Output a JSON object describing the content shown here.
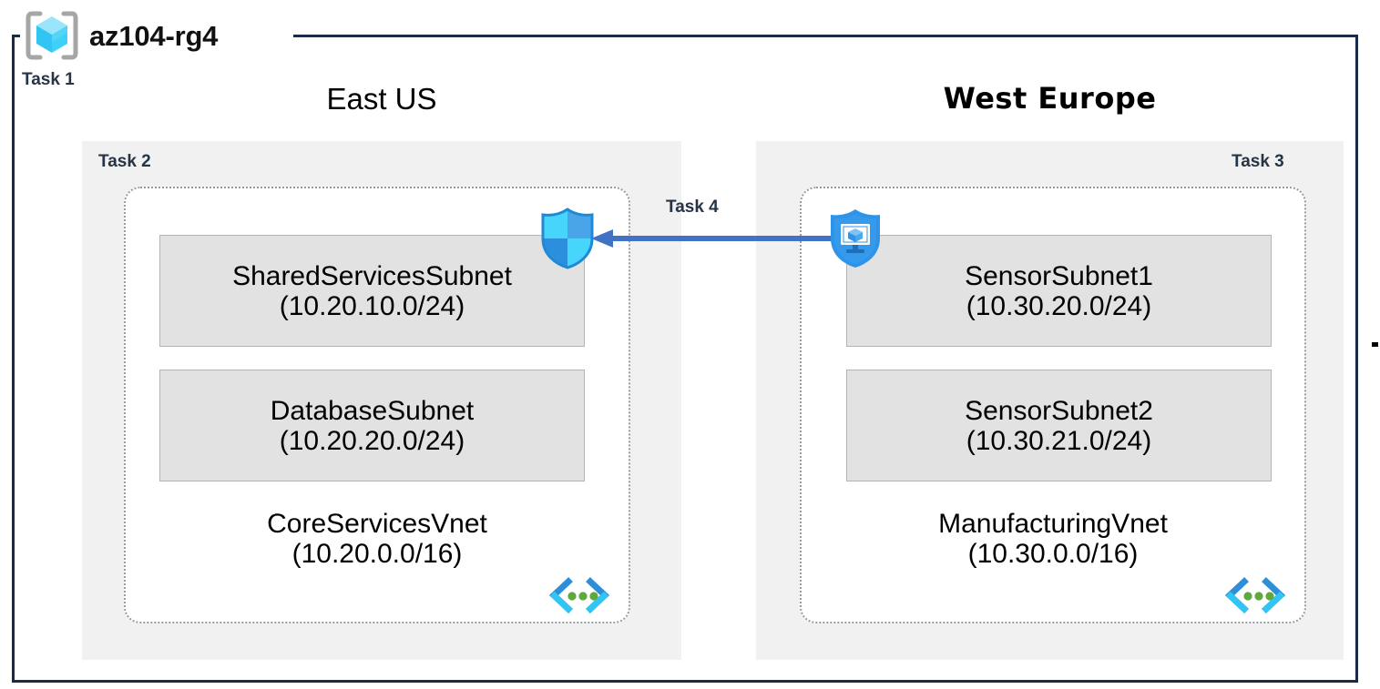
{
  "resource_group": {
    "name": "az104-rg4",
    "icon": "resource-group-cube-icon"
  },
  "tasks": {
    "task1": "Task 1",
    "task2": "Task 2",
    "task3": "Task 3",
    "task4": "Task 4"
  },
  "regions": [
    {
      "id": "east-us",
      "name": "East US",
      "task_label": "Task 2",
      "vnet": {
        "name": "CoreServicesVnet",
        "cidr": "(10.20.0.0/16)",
        "icon": "virtual-network-icon",
        "subnets": [
          {
            "name": "SharedServicesSubnet",
            "cidr": "(10.20.10.0/24)"
          },
          {
            "name": "DatabaseSubnet",
            "cidr": "(10.20.20.0/24)"
          }
        ]
      }
    },
    {
      "id": "west-europe",
      "name": "West Europe",
      "task_label": "Task 3",
      "vnet": {
        "name": "ManufacturingVnet",
        "cidr": "(10.30.0.0/16)",
        "icon": "virtual-network-icon",
        "subnets": [
          {
            "name": "SensorSubnet1",
            "cidr": "(10.30.20.0/24)"
          },
          {
            "name": "SensorSubnet2",
            "cidr": "(10.30.21.0/24)"
          }
        ]
      }
    }
  ],
  "connection": {
    "label": "Task 4",
    "direction": "right-to-left",
    "source_icon": "vm-shield-icon",
    "target_icon": "network-security-group-shield-icon",
    "color": "#4272c4"
  },
  "colors": {
    "outer_border": "#1b2a47",
    "region_background": "#f1f1f1",
    "subnet_background": "#e2e2e2",
    "subnet_border": "#b4b4b4",
    "vnet_border": "#9a9a9a",
    "task_text": "#263445",
    "arrow": "#4272c4",
    "icon_cyan": "#32c5f4",
    "icon_blue": "#0078d4",
    "icon_green": "#5fa83c"
  }
}
